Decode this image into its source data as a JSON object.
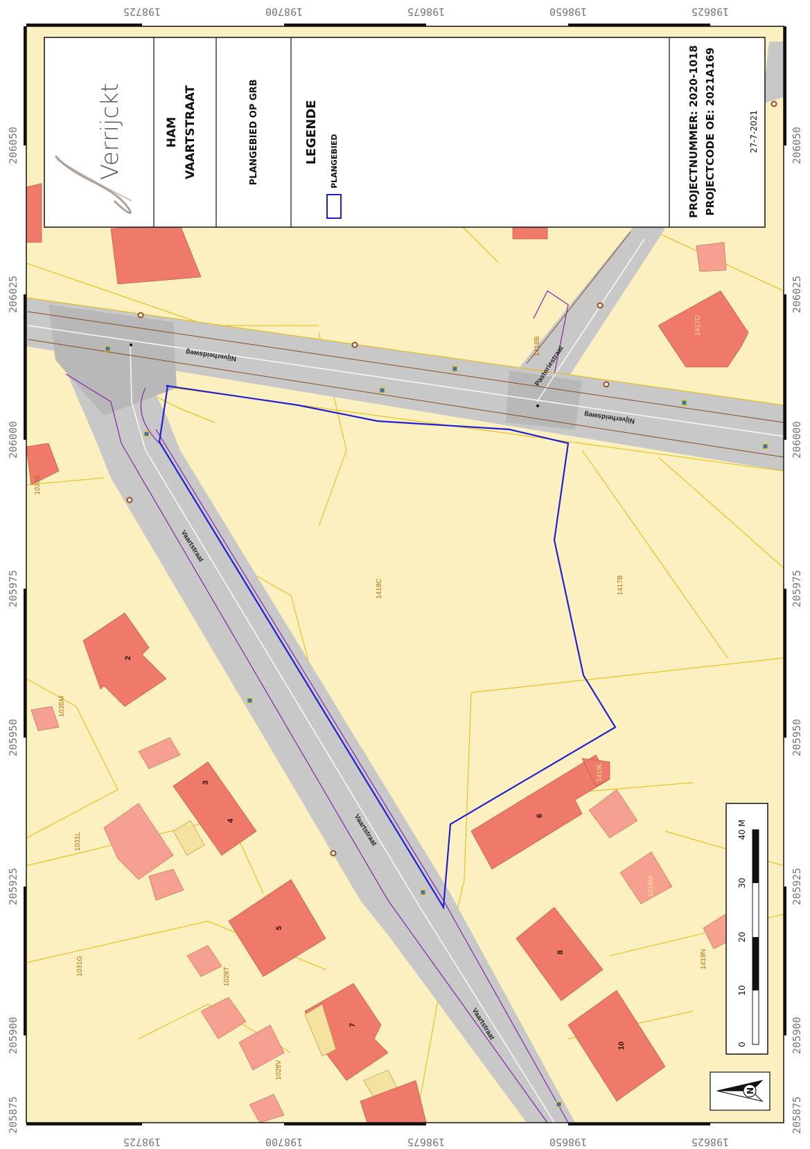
{
  "coordinates": {
    "top": [
      "198725",
      "198700",
      "198675",
      "198650",
      "198625"
    ],
    "bottom": [
      "198725",
      "198700",
      "198675",
      "198650",
      "198625"
    ],
    "left": [
      "206050",
      "206025",
      "206000",
      "205975",
      "205950",
      "205925",
      "205900",
      "205875"
    ],
    "right": [
      "206050",
      "206025",
      "206000",
      "205975",
      "205950",
      "205925",
      "205900",
      "205875"
    ]
  },
  "title_block": {
    "logo_text": "Verrijckt",
    "location": "HAM",
    "street": "VAARTSTRAAT",
    "subtitle": "PLANGEBIED OP GRB",
    "legend_heading": "LEGENDE",
    "legend_items": [
      {
        "label": "PLANGEBIED",
        "color": "#1f1fd6"
      }
    ],
    "project_number": "PROJECTNUMMER: 2020-1018",
    "project_code": "PROJECTCODE OE: 2021A169",
    "date": "27-7-2021"
  },
  "streets": {
    "nijverheidsweg_1": "Nijverheidsweg",
    "nijverheidsweg_2": "Nijverheidsweg",
    "pastoriestraat": "Pastoriestraat",
    "vaartstraat_1": "Vaartstraat",
    "vaartstraat_2": "Vaartstraat",
    "vaartstraat_3": "Vaartstraat"
  },
  "parcels": {
    "p1418C": "1418C",
    "p1417B": "1417B",
    "p1417D": "1417D",
    "p1418B": "1418B",
    "p1035K": "1035K",
    "p1035M": "1035M",
    "p1031L": "1031L",
    "p1031G": "1031G",
    "p1028T": "1028T",
    "p1028V": "1028V",
    "p1419L": "1419L",
    "p1419M": "1419M",
    "p1419N": "1419N"
  },
  "house_numbers": {
    "h2": "2",
    "h3": "3",
    "h4": "4",
    "h5": "5",
    "h6": "6",
    "h7": "7",
    "h8": "8",
    "h10": "10"
  },
  "scale_bar": {
    "ticks": [
      "0",
      "10",
      "20",
      "30",
      "40 M"
    ]
  },
  "north_arrow": {
    "label": "N"
  },
  "colors": {
    "parcel_fill": "#fdf0c0",
    "parcel_line": "#e6b800",
    "building": "#f58e80",
    "building_dark": "#e8766a",
    "road": "#c8c8c8",
    "road_dark": "#b4b4b4",
    "road_edge": "#8b1fb0",
    "plan_area": "#1f1fd6"
  }
}
